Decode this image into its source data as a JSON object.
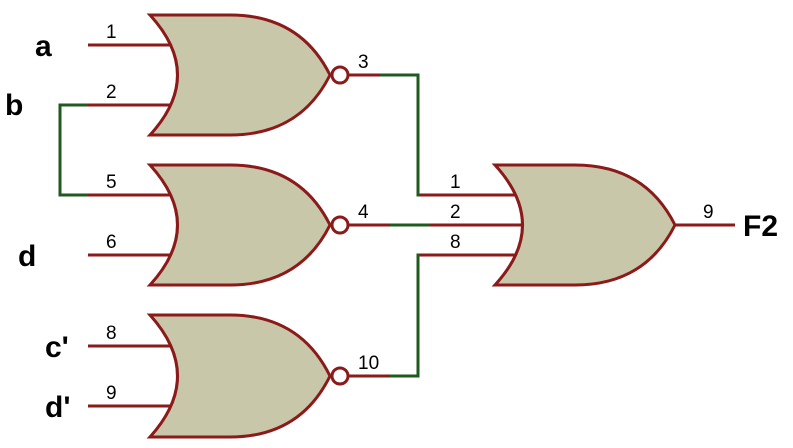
{
  "colors": {
    "wire": "#8b1a1a",
    "net": "#1f5a1f",
    "gate_fill": "#c9c7a9",
    "background": "#ffffff"
  },
  "signals": {
    "a": "a",
    "b": "b",
    "d": "d",
    "c_prime": "c'",
    "d_prime": "d'",
    "output": "F2"
  },
  "gates": {
    "g1": {
      "type": "NOR",
      "in1_pin": "1",
      "in2_pin": "2",
      "out_pin": "3"
    },
    "g2": {
      "type": "NOR",
      "in1_pin": "5",
      "in2_pin": "6",
      "out_pin": "4"
    },
    "g3": {
      "type": "NOR",
      "in1_pin": "8",
      "in2_pin": "9",
      "out_pin": "10"
    },
    "g4": {
      "type": "OR",
      "in1_pin": "1",
      "in2_pin": "2",
      "in3_pin": "8",
      "out_pin": "9"
    }
  }
}
